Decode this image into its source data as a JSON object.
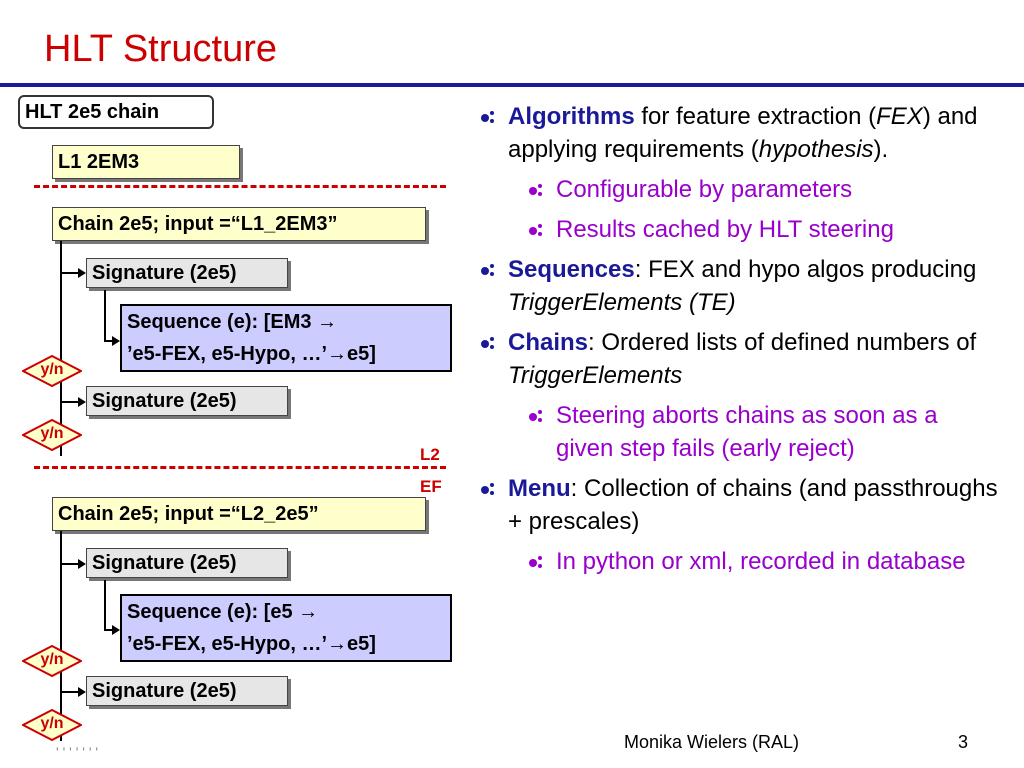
{
  "slide": {
    "title": "HLT Structure",
    "page_number": "3",
    "author": "Monika Wielers (RAL)",
    "footer_left_stub": "' ' ' ' ' ' '"
  },
  "diagram": {
    "hlt_chain_label": "HLT 2e5 chain",
    "l1_label": "L1 2EM3",
    "chain1": "Chain 2e5; input =“L1_2EM3”",
    "chain2": "Chain 2e5; input =“L2_2e5”",
    "signature": "Signature (2e5)",
    "sequence1_line1": "Sequence (e):    [EM3 →",
    "sequence1_line2": "’e5-FEX, e5-Hypo, …’→e5]",
    "sequence2_line1": "Sequence (e):    [e5 →",
    "sequence2_line2": "’e5-FEX, e5-Hypo, …’→e5]",
    "yn": "y/n",
    "level_l2": "L2",
    "level_ef": "EF"
  },
  "bullets": [
    {
      "level": 1,
      "bold": "Algorithms",
      "parts": [
        " for feature extraction (",
        "FEX",
        ") and applying requirements (",
        "hypothesis",
        ")."
      ]
    },
    {
      "level": 2,
      "text": "Configurable by parameters"
    },
    {
      "level": 2,
      "text": "Results cached by HLT steering"
    },
    {
      "level": 1,
      "bold": "Sequences",
      "parts": [
        ": FEX and hypo algos producing ",
        "TriggerElements (TE)"
      ]
    },
    {
      "level": 1,
      "bold": "Chains",
      "parts": [
        ": Ordered lists of defined numbers of ",
        "TriggerElements"
      ]
    },
    {
      "level": 2,
      "text": "Steering aborts chains as soon as a given step fails (early reject)"
    },
    {
      "level": 1,
      "bold": "Menu",
      "parts": [
        ": Collection of chains (and passthroughs + prescales)"
      ]
    },
    {
      "level": 2,
      "text": "In python or xml, recorded in database"
    }
  ],
  "colors": {
    "title": "#cc0000",
    "rule": "#1a1a99",
    "keyword": "#1a1a99",
    "sub_bullet": "#9900cc",
    "chain_fill": "#ffffcc",
    "signature_fill": "#e6e6e6",
    "sequence_fill": "#ccccff",
    "divider": "#cc0000"
  },
  "icons": {
    "bullet": "atom-bullet-icon",
    "decision": "diamond-icon"
  }
}
